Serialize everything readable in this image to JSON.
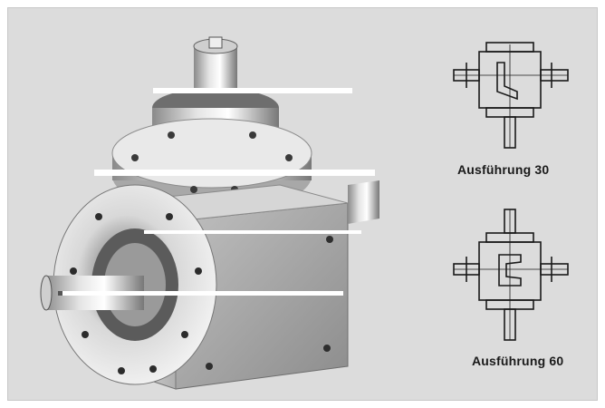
{
  "background_color": "#dcdcdc",
  "product_image": {
    "icon": "bevel-gearbox-photo",
    "description_visible": false
  },
  "variants": [
    {
      "label": "Ausführung 30",
      "icon": "gearbox-drawing-30-icon"
    },
    {
      "label": "Ausführung 60",
      "icon": "gearbox-drawing-60-icon"
    }
  ]
}
